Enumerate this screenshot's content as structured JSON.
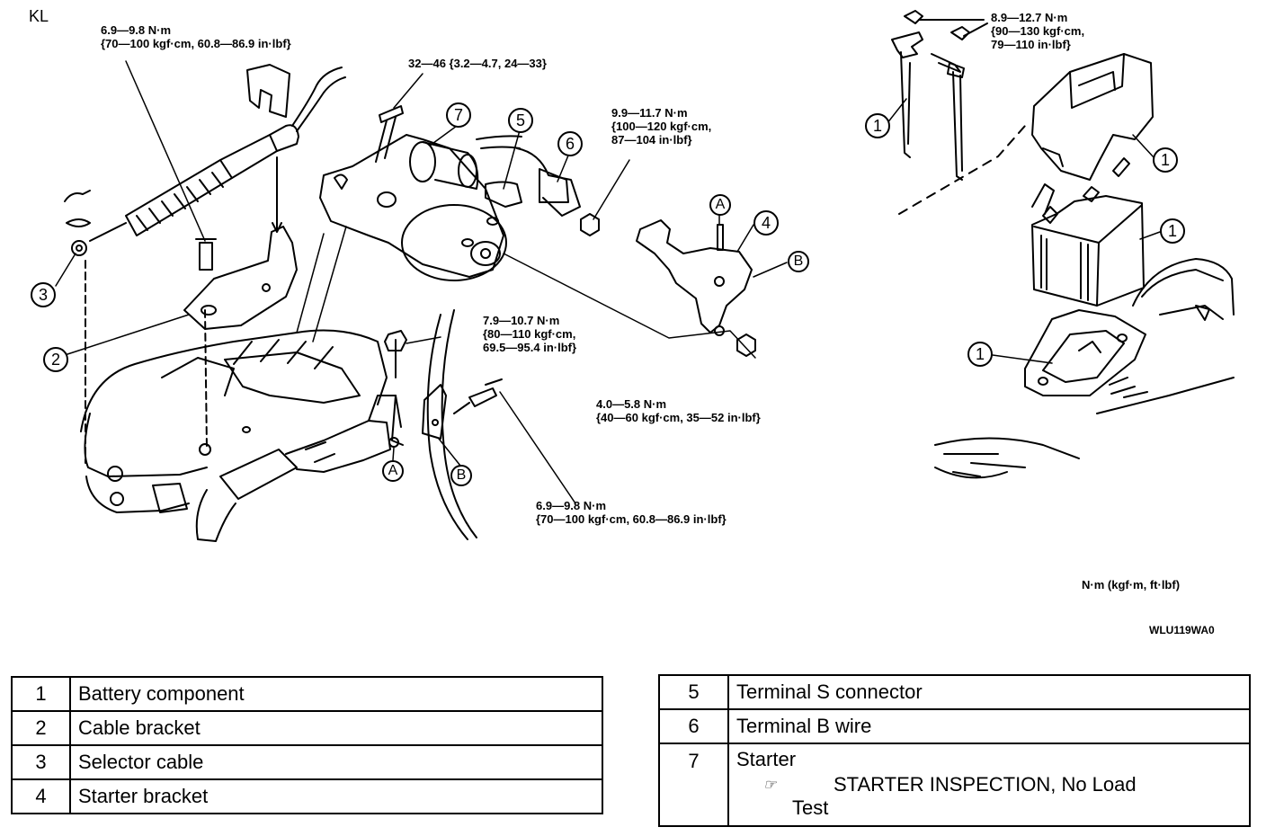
{
  "doc": {
    "model_tag": "KL",
    "figure_code": "WLU119WA0",
    "units_note": "N·m (kgf·m, ft·lbf)"
  },
  "torques": [
    {
      "line1": "6.9—9.8 N·m",
      "line2": "{70—100 kgf·cm, 60.8—86.9 in·lbf}"
    },
    {
      "line1": "32—46 {3.2—4.7, 24—33}"
    },
    {
      "line1": "9.9—11.7 N·m",
      "line2": "{100—120 kgf·cm,",
      "line3": "87—104 in·lbf}"
    },
    {
      "line1": "7.9—10.7 N·m",
      "line2": "{80—110 kgf·cm,",
      "line3": "69.5—95.4 in·lbf}"
    },
    {
      "line1": "4.0—5.8 N·m",
      "line2": "{40—60 kgf·cm, 35—52 in·lbf}"
    },
    {
      "line1": "6.9—9.8 N·m",
      "line2": "{70—100 kgf·cm, 60.8—86.9 in·lbf}"
    },
    {
      "line1": "8.9—12.7 N·m",
      "line2": "{90—130 kgf·cm,",
      "line3": "79—110 in·lbf}"
    }
  ],
  "callouts": [
    "1",
    "2",
    "3",
    "4",
    "5",
    "6",
    "7",
    "A",
    "B"
  ],
  "legend_left": [
    {
      "num": "1",
      "label": "Battery component"
    },
    {
      "num": "2",
      "label": "Cable bracket"
    },
    {
      "num": "3",
      "label": "Selector cable"
    },
    {
      "num": "4",
      "label": "Starter bracket"
    }
  ],
  "legend_right": [
    {
      "num": "5",
      "label": "Terminal S connector"
    },
    {
      "num": "6",
      "label": "Terminal B wire"
    },
    {
      "num": "7",
      "label": "Starter",
      "ref_icon": "☞",
      "ref_word": "Test",
      "ref_text": "STARTER INSPECTION, No Load"
    }
  ]
}
